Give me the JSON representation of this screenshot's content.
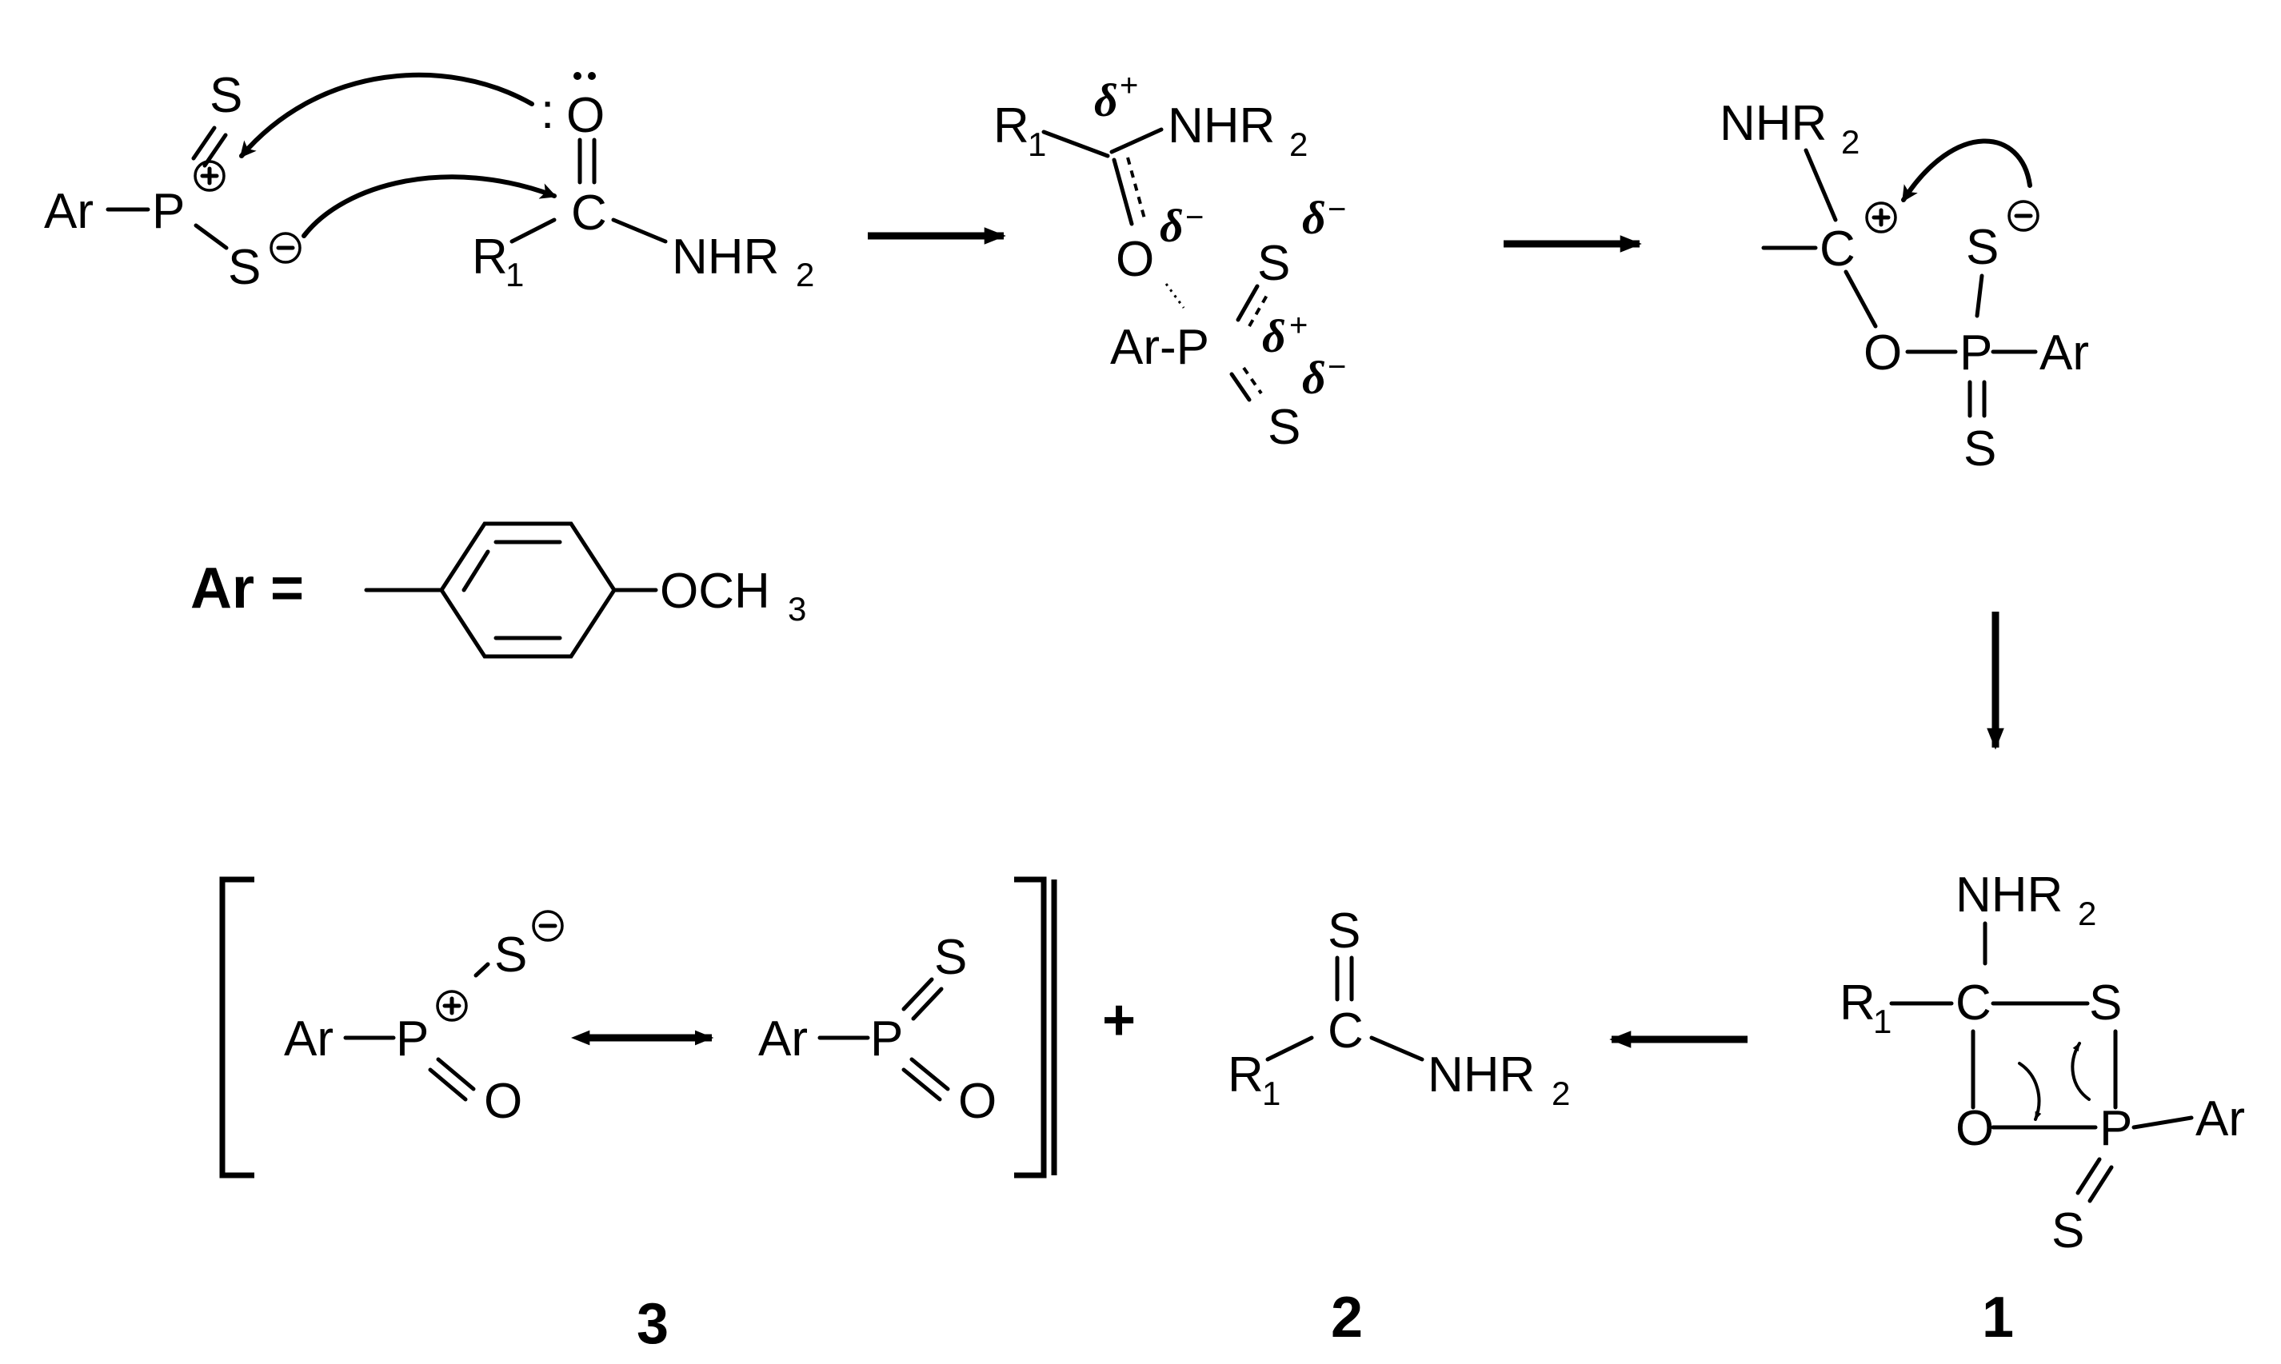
{
  "reactant": {
    "ar": "Ar",
    "p": "P",
    "s_top": "S",
    "s_minus": "S",
    "o": "O",
    "c": "C",
    "r1": "R",
    "r1_sub": "1",
    "nhr": "NHR",
    "nhr_sub": "2",
    "lone_pair_colon": ":"
  },
  "transition_state": {
    "r1": "R",
    "r1_sub": "1",
    "delta_top": "δ",
    "delta_top_sign": "+",
    "nhr": "NHR",
    "nhr_sub": "2",
    "o": "O",
    "delta_o": "δ",
    "delta_o_sign": "−",
    "s_top": "S",
    "delta_s_top": "δ",
    "delta_s_top_sign": "−",
    "ar_p": "Ar-P",
    "delta_p": "δ",
    "delta_p_sign": "+",
    "s_bottom": "S",
    "delta_s_bottom": "δ",
    "delta_s_bottom_sign": "−"
  },
  "intermediate": {
    "nhr": "NHR",
    "nhr_sub": "2",
    "c": "C",
    "s": "S",
    "o": "O",
    "p": "P",
    "ar": "Ar",
    "s_bottom": "S"
  },
  "definition": {
    "label": "Ar =",
    "substituent": "OCH",
    "substituent_sub": "3"
  },
  "compound_1": {
    "label": "1",
    "nhr": "NHR",
    "nhr_sub": "2",
    "r1": "R",
    "r1_sub": "1",
    "c": "C",
    "s": "S",
    "o": "O",
    "p": "P",
    "ar": "Ar",
    "s_bottom": "S"
  },
  "compound_2": {
    "label": "2",
    "s": "S",
    "c": "C",
    "r1": "R",
    "r1_sub": "1",
    "nhr": "NHR",
    "nhr_sub": "2"
  },
  "compound_3": {
    "label": "3",
    "left": {
      "ar": "Ar",
      "p": "P",
      "s": "S",
      "o": "O"
    },
    "right": {
      "ar": "Ar",
      "p": "P",
      "s": "S",
      "o": "O"
    }
  },
  "plus_sign": "+"
}
